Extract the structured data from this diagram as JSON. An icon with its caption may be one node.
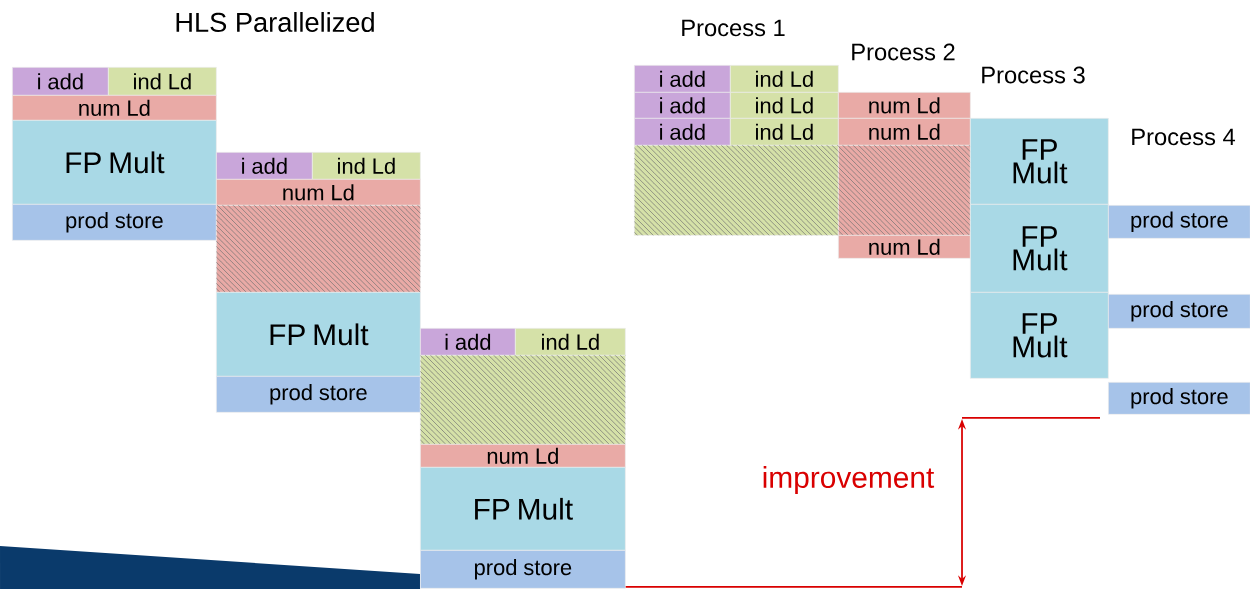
{
  "diagram": {
    "title": "HLS Parallelized",
    "nodes": [
      {
        "text": [
          "i add"
        ]
      },
      {
        "text": [
          "ind Ld"
        ]
      },
      {
        "text": [
          "num Ld"
        ]
      },
      {
        "text": [
          "FP Mult"
        ]
      },
      {
        "text": [
          "prod store"
        ]
      },
      {
        "text": [
          "i add"
        ]
      },
      {
        "text": [
          "ind Ld"
        ]
      },
      {
        "text": [
          "num Ld"
        ]
      },
      {
        "text": [],
        "shape": "box"
      },
      {
        "text": [
          "FP Mult"
        ]
      },
      {
        "text": [
          "prod store"
        ]
      },
      {
        "text": [
          "i add"
        ]
      },
      {
        "text": [
          "ind Ld"
        ]
      },
      {
        "text": [],
        "shape": "box"
      },
      {
        "text": [
          "num Ld"
        ]
      },
      {
        "text": [
          "FP Mult"
        ]
      },
      {
        "text": [
          "prod store"
        ]
      },
      {
        "text": [
          "i add"
        ]
      },
      {
        "text": [
          "ind Ld"
        ]
      },
      {
        "text": [
          "i add"
        ]
      },
      {
        "text": [
          "ind Ld"
        ]
      },
      {
        "text": [
          "num Ld"
        ]
      },
      {
        "text": [
          "i add"
        ]
      },
      {
        "text": [
          "ind Ld"
        ]
      },
      {
        "text": [
          "num Ld"
        ]
      },
      {
        "text": [],
        "shape": "box"
      },
      {
        "text": [],
        "shape": "box"
      },
      {
        "text": [
          "num Ld"
        ]
      },
      {
        "text": [
          "FP Mult"
        ]
      },
      {
        "text": [
          "FP Mult"
        ]
      },
      {
        "text": [
          "FP Mult"
        ]
      },
      {
        "text": [
          "prod store"
        ]
      },
      {
        "text": [
          "prod store"
        ]
      },
      {
        "text": [
          "prod store"
        ]
      }
    ],
    "labels": [
      "Process 1",
      "Process 2",
      "Process 3",
      "Process 4",
      "improvement"
    ]
  }
}
